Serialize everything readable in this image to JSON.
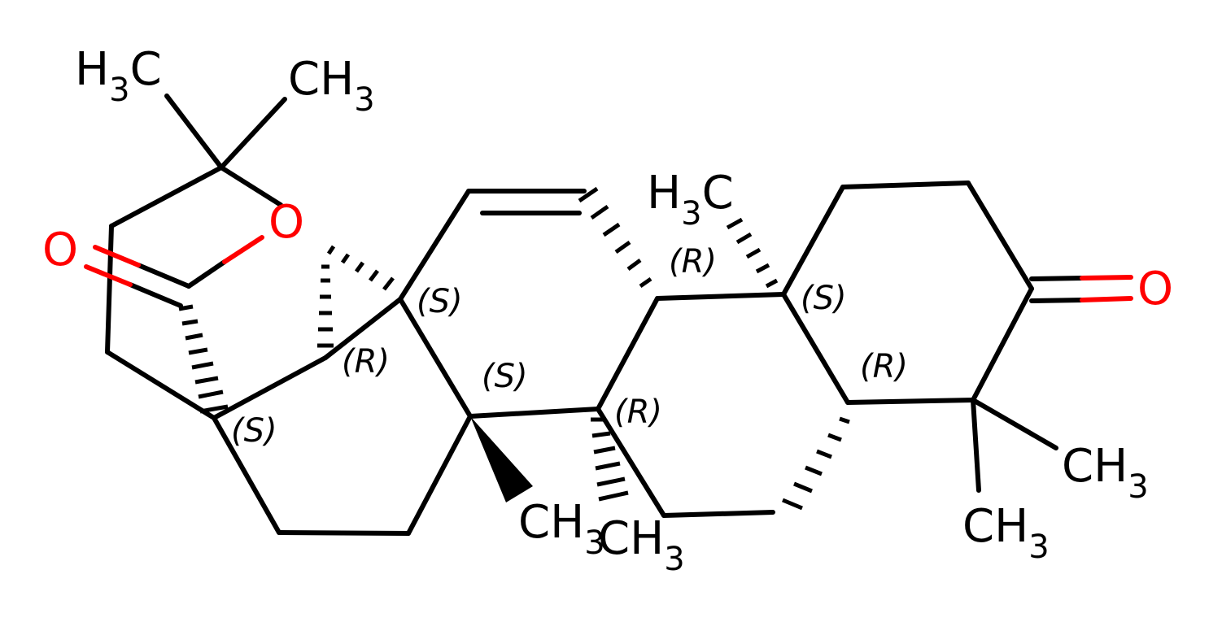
{
  "molecule": {
    "colors": {
      "carbon": "#000000",
      "oxygen": "#ff0000",
      "background": "#ffffff"
    },
    "atom_labels": {
      "ch3_top_left": {
        "main": "H",
        "sub": "3",
        "tail": "C"
      },
      "ch3_top": {
        "main": "CH",
        "sub": "3"
      },
      "o_ring": "O",
      "o_carbonyl_left": "O",
      "o_ketone": "O",
      "h3c_mid": {
        "main": "H",
        "sub": "3",
        "tail": "C"
      },
      "ch3_right_a": {
        "main": "CH",
        "sub": "3"
      },
      "ch3_right_b": {
        "main": "CH",
        "sub": "3"
      },
      "ch3_bottom_a": {
        "main": "CH",
        "sub": "3"
      },
      "ch3_bottom_b": {
        "main": "CH",
        "sub": "3"
      }
    },
    "stereo_labels": [
      "(S)",
      "(R)",
      "(S)",
      "(S)",
      "(R)",
      "(R)",
      "(S)",
      "(R)"
    ]
  }
}
